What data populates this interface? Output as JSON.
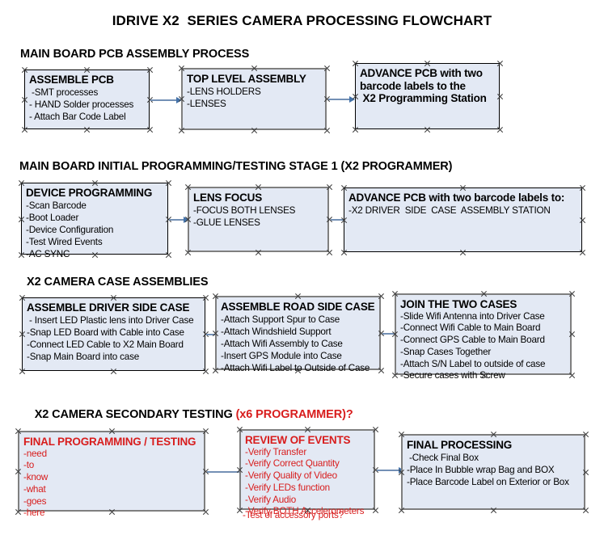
{
  "document": {
    "title": "IDRIVE X2  SERIES CAMERA PROCESSING FLOWCHART"
  },
  "colors": {
    "box_fill": "#e3e9f4",
    "box_border": "#000000",
    "box_border_grey": "#7f7f7f",
    "arrow": "#4472a8",
    "red_text": "#d81d1d",
    "black_text": "#000000",
    "background": "#ffffff"
  },
  "sections": [
    {
      "heading": "MAIN BOARD PCB ASSEMBLY PROCESS",
      "heading_note": "",
      "boxes": [
        {
          "title": "ASSEMBLE PCB",
          "lines": [
            " -SMT processes",
            "- HAND Solder processes",
            "- Attach Bar Code Label"
          ]
        },
        {
          "title": "TOP LEVEL ASSEMBLY",
          "lines": [
            "-LENS HOLDERS",
            "-LENSES"
          ]
        },
        {
          "title": "ADVANCE PCB with two",
          "lines": [
            "barcode labels to the",
            " X2 Programming Station"
          ]
        }
      ]
    },
    {
      "heading": "MAIN BOARD INITIAL PROGRAMMING/TESTING STAGE 1 (X2 PROGRAMMER)",
      "heading_note": "",
      "boxes": [
        {
          "title": "DEVICE PROGRAMMING",
          "lines": [
            "-Scan Barcode",
            "-Boot Loader",
            "-Device Configuration",
            "-Test Wired Events",
            "-AC SYNC"
          ]
        },
        {
          "title": "LENS FOCUS",
          "lines": [
            "-FOCUS BOTH LENSES",
            "-GLUE LENSES"
          ]
        },
        {
          "title": "ADVANCE PCB with two barcode labels to:",
          "lines": [
            "-X2 DRIVER  SIDE  CASE  ASSEMBLY STATION"
          ]
        }
      ]
    },
    {
      "heading": "X2 CAMERA CASE ASSEMBLIES",
      "heading_note": "",
      "boxes": [
        {
          "title": "ASSEMBLE DRIVER SIDE CASE",
          "lines": [
            " - Insert LED Plastic lens into Driver Case",
            "-Snap LED Board with Cable into Case",
            "-Connect LED Cable to X2 Main Board",
            "-Snap Main Board into case"
          ]
        },
        {
          "title": "ASSEMBLE ROAD SIDE CASE",
          "lines": [
            "-Attach Support Spur to Case",
            "-Attach Windshield Support",
            "-Attach Wifi Assembly to Case",
            "-Insert GPS Module into Case",
            "-Attach Wifi Label to Outside of Case"
          ]
        },
        {
          "title": "JOIN THE TWO CASES",
          "lines": [
            "-Slide Wifi Antenna into Driver Case",
            "-Connect Wifi Cable to Main Board",
            "-Connect GPS Cable to Main Board",
            "-Snap Cases Together",
            "-Attach S/N Label to outside of case",
            "-Secure cases with Screw"
          ]
        }
      ]
    },
    {
      "heading": "X2 CAMERA SECONDARY TESTING ",
      "heading_note": "(x6 PROGRAMMER)?",
      "boxes": [
        {
          "title": "FINAL PROGRAMMING / TESTING",
          "lines": [
            "-need",
            "-to",
            "-know",
            "-what",
            "-goes",
            "-here"
          ]
        },
        {
          "title": "REVIEW OF EVENTS",
          "lines": [
            "-Verify Transfer",
            "-Verify Correct Quantity",
            "-Verify Quality of Video",
            "-Verify LEDs function",
            "-Verify Audio",
            "-Verify BOTH Accelerometers"
          ],
          "overflow_line": "-Test of accessory ports?"
        },
        {
          "title": "FINAL PROCESSING",
          "lines": [
            " -Check Final Box",
            "-Place In Bubble wrap Bag and BOX",
            "-Place Barcode Label on Exterior or Box"
          ]
        }
      ]
    }
  ]
}
